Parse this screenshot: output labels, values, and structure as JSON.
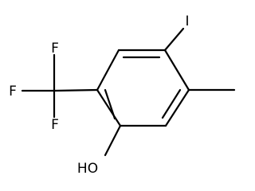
{
  "molecule": {
    "atoms": {
      "iodine": "I",
      "fluorine_top": "F",
      "fluorine_left": "F",
      "fluorine_bottom": "F",
      "hydroxyl": "HO"
    },
    "colors": {
      "bond": "#000000",
      "text": "#000000",
      "background": "#ffffff"
    }
  }
}
